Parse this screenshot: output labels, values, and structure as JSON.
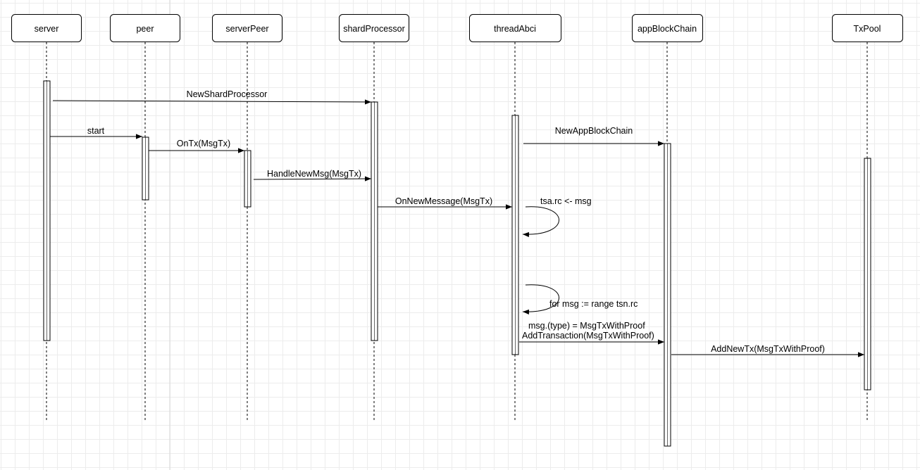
{
  "actors": [
    {
      "id": "server",
      "label": "server"
    },
    {
      "id": "peer",
      "label": "peer"
    },
    {
      "id": "serverPeer",
      "label": "serverPeer"
    },
    {
      "id": "shardProcessor",
      "label": "shardProcessor"
    },
    {
      "id": "threadAbci",
      "label": "threadAbci"
    },
    {
      "id": "appBlockChain",
      "label": "appBlockChain"
    },
    {
      "id": "TxPool",
      "label": "TxPool"
    }
  ],
  "messages": [
    {
      "id": "m1",
      "from": "server",
      "to": "shardProcessor",
      "label": "NewShardProcessor"
    },
    {
      "id": "m2",
      "from": "server",
      "to": "peer",
      "label": "start"
    },
    {
      "id": "m3",
      "from": "peer",
      "to": "serverPeer",
      "label": "OnTx(MsgTx)"
    },
    {
      "id": "m4",
      "from": "serverPeer",
      "to": "shardProcessor",
      "label": "HandleNewMsg(MsgTx)"
    },
    {
      "id": "m5",
      "from": "shardProcessor",
      "to": "threadAbci",
      "label": "OnNewMessage(MsgTx)"
    },
    {
      "id": "m6",
      "from": "threadAbci",
      "to": "appBlockChain",
      "label": "NewAppBlockChain"
    },
    {
      "id": "m7",
      "from": "threadAbci",
      "to": "threadAbci",
      "label": "tsa.rc <- msg"
    },
    {
      "id": "m8",
      "from": "threadAbci",
      "to": "threadAbci",
      "label": "for msg := range tsn.rc"
    },
    {
      "id": "m9",
      "from": "threadAbci",
      "to": "appBlockChain",
      "label_line1": "msg.(type) = MsgTxWithProof",
      "label_line2": "AddTransaction(MsgTxWithProof)"
    },
    {
      "id": "m10",
      "from": "appBlockChain",
      "to": "TxPool",
      "label": "AddNewTx(MsgTxWithProof)"
    }
  ]
}
